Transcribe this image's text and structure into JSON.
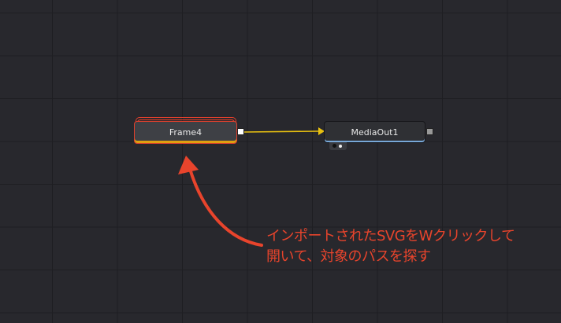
{
  "nodes": [
    {
      "name": "Frame4",
      "selected": true
    },
    {
      "name": "MediaOut1",
      "selected": false
    }
  ],
  "annotation": {
    "line1": "インポートされたSVGをWクリックして",
    "line2": "開いて、対象のパスを探す",
    "color": "#e8442c"
  },
  "colors": {
    "connection": "#e8c010",
    "background": "#28282d"
  }
}
